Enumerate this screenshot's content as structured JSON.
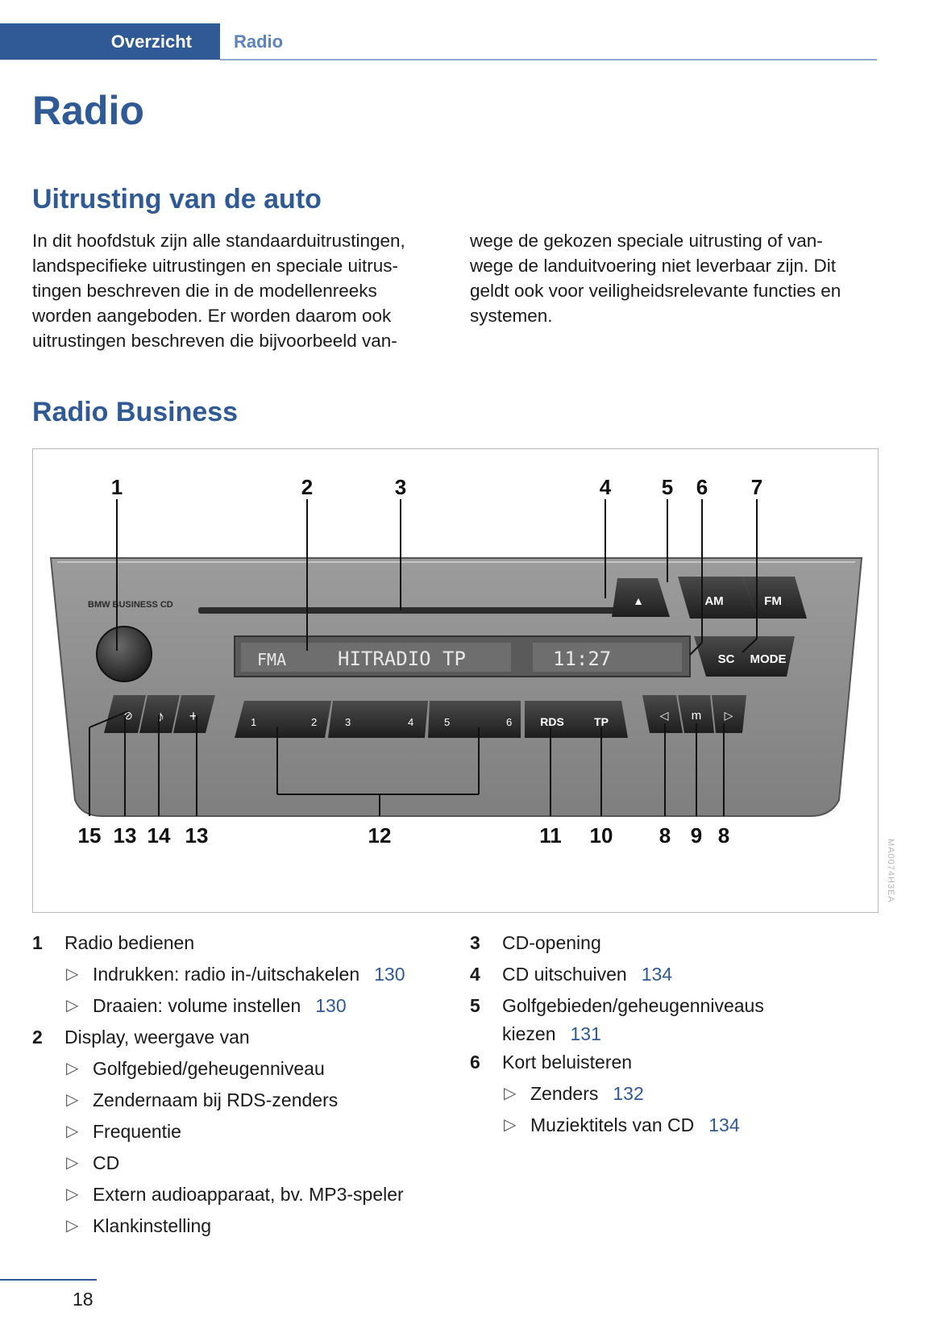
{
  "header": {
    "active_tab": "Overzicht",
    "tab": "Radio"
  },
  "title": "Radio",
  "section1": {
    "heading": "Uitrusting van de auto",
    "col1_lines": [
      "In dit hoofdstuk zijn alle standaarduitrustingen,",
      "landspecifieke uitrustingen en speciale uitrus-",
      "tingen beschreven die in de modellenreeks",
      "worden aangeboden. Er worden daarom ook",
      "uitrustingen beschreven die bijvoorbeeld van-"
    ],
    "col2_lines": [
      "wege de gekozen speciale uitrusting of van-",
      "wege de landuitvoering niet leverbaar zijn. Dit",
      "geldt ook voor veiligheidsrelevante functies en",
      "systemen."
    ]
  },
  "section2": {
    "heading": "Radio Business"
  },
  "figure": {
    "brand": "BMW BUSINESS CD",
    "display": {
      "band": "FMA",
      "station": "HITRADIO  TP",
      "time": "11:27"
    },
    "buttons": {
      "eject": "▲",
      "am": "AM",
      "fm": "FM",
      "sc": "SC",
      "mode": "MODE",
      "rds": "RDS",
      "tp": "TP",
      "prev": "◁",
      "m": "m",
      "next": "▷",
      "note": "♪",
      "plus": "+",
      "p1": "1",
      "p2": "2",
      "p3": "3",
      "p4": "4",
      "p5": "5",
      "p6": "6"
    },
    "callouts_top": [
      "1",
      "2",
      "3",
      "4",
      "5",
      "6",
      "7"
    ],
    "callouts_bottom": [
      "15",
      "13",
      "14",
      "13",
      "12",
      "11",
      "10",
      "8",
      "9",
      "8"
    ],
    "code": "MA0074H3EA"
  },
  "list_left": {
    "i1": {
      "num": "1",
      "label": "Radio bedienen",
      "subs": [
        {
          "text": "Indrukken: radio in-/uitschakelen",
          "page": "130"
        },
        {
          "text": "Draaien: volume instellen",
          "page": "130"
        }
      ]
    },
    "i2": {
      "num": "2",
      "label": "Display, weergave van",
      "subs": [
        {
          "text": "Golfgebied/geheugenniveau"
        },
        {
          "text": "Zendernaam bij RDS-zenders"
        },
        {
          "text": "Frequentie"
        },
        {
          "text": "CD"
        },
        {
          "text": "Extern audioapparaat, bv. MP3-speler"
        },
        {
          "text": "Klankinstelling"
        }
      ]
    }
  },
  "list_right": {
    "i3": {
      "num": "3",
      "label": "CD-opening"
    },
    "i4": {
      "num": "4",
      "label": "CD uitschuiven",
      "page": "134"
    },
    "i5": {
      "num": "5",
      "label": "Golfgebieden/geheugenniveaus",
      "label2": "kiezen",
      "page": "131"
    },
    "i6": {
      "num": "6",
      "label": "Kort beluisteren",
      "subs": [
        {
          "text": "Zenders",
          "page": "132"
        },
        {
          "text": "Muziektitels van CD",
          "page": "134"
        }
      ]
    }
  },
  "page_number": "18"
}
